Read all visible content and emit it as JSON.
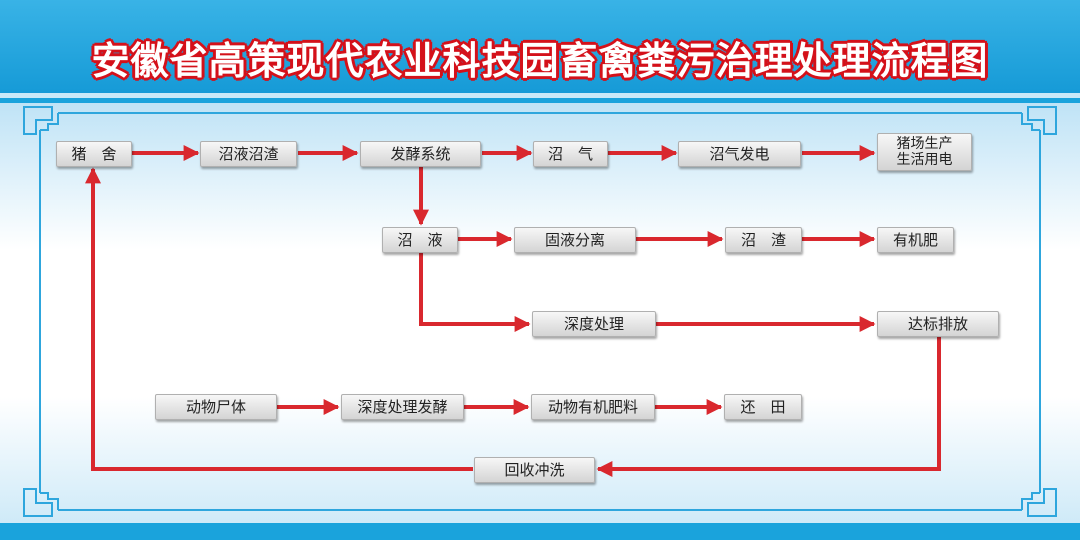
{
  "title": "安徽省高策现代农业科技园畜禽粪污治理处理流程图",
  "colors": {
    "arrow": "#d9282e",
    "band": "#1aa3dc",
    "frame": "#2ea6dd",
    "title_outline": "#d4111a"
  },
  "nodes": {
    "pig_house": "猪　舍",
    "biogas_slurry_residue": "沼液沼渣",
    "fermentation": "发酵系统",
    "biogas": "沼　气",
    "biogas_power": "沼气发电",
    "farm_power": "猪场生产\n生活用电",
    "biogas_liquid": "沼　液",
    "solid_liquid_sep": "固液分离",
    "biogas_residue": "沼　渣",
    "organic_fertilizer": "有机肥",
    "deep_treatment": "深度处理",
    "discharge": "达标排放",
    "carcass": "动物尸体",
    "deep_ferment": "深度处理发酵",
    "animal_fertilizer": "动物有机肥料",
    "return_field": "还　田",
    "recycle_flush": "回收冲洗"
  }
}
